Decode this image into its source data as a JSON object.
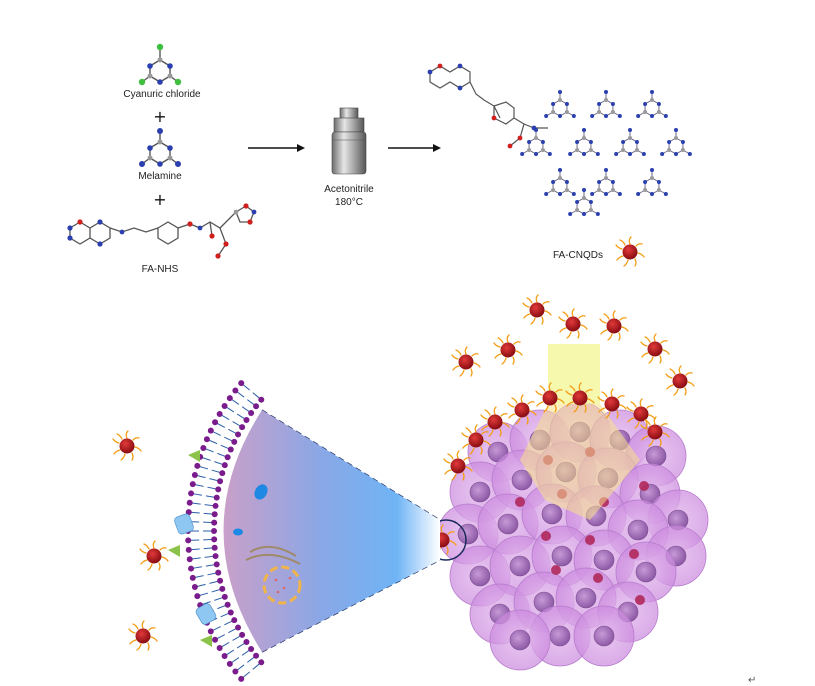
{
  "reagents": {
    "cyanuric_chloride": "Cyanuric chloride",
    "melamine": "Melamine",
    "fa_nhs": "FA-NHS",
    "plus": "+"
  },
  "conditions": {
    "solvent": "Acetonitrile",
    "temperature": "180°C"
  },
  "product": {
    "label": "FA-CNQDs"
  },
  "corner_mark": "↵",
  "colors": {
    "qd_core": "#a3141b",
    "qd_ligand": "#f39c12",
    "nitrogen": "#2b3fae",
    "oxygen": "#d11f1f",
    "chlorine": "#3fbf3f",
    "carbon": "#9a9a9a",
    "lipid_head": "#7a1c8c",
    "lipid_tail": "#2c5fa8",
    "tumor_cell": "#d9a8e8",
    "light_beam": "#f4f7a0"
  }
}
